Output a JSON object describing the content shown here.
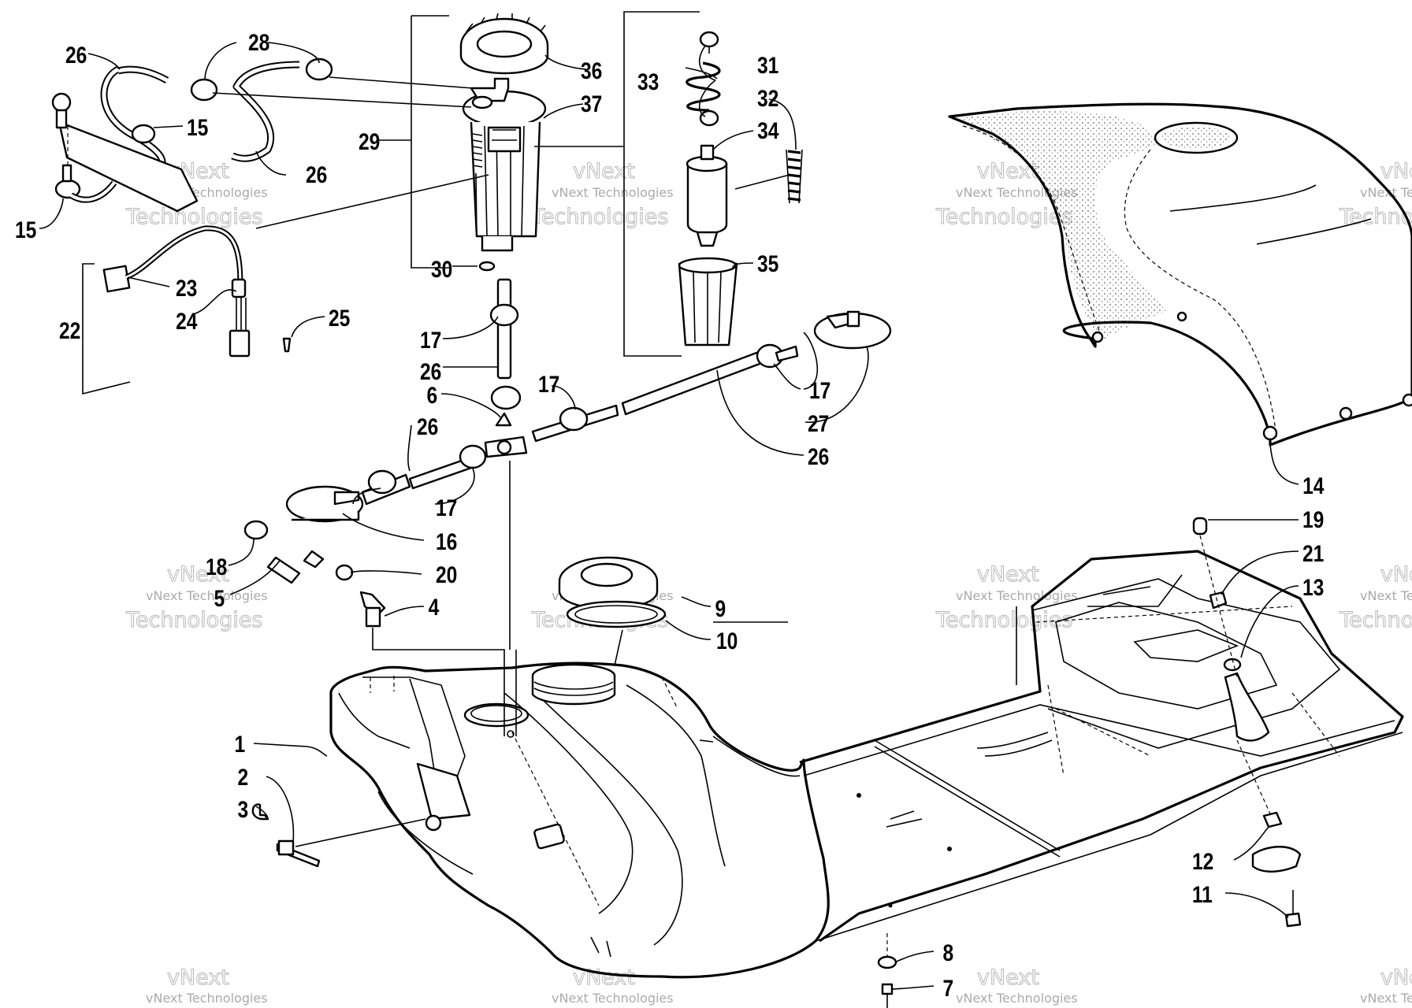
{
  "watermark": {
    "line1": "vNext Technologies",
    "line2": "Technologies",
    "vnext": "vNext"
  },
  "callouts": [
    "1",
    "2",
    "3",
    "4",
    "5",
    "6",
    "7",
    "8",
    "9",
    "10",
    "11",
    "12",
    "13",
    "14",
    "15",
    "16",
    "17",
    "18",
    "19",
    "20",
    "21",
    "22",
    "23",
    "24",
    "25",
    "26",
    "27",
    "28",
    "29",
    "30",
    "31",
    "32",
    "33",
    "34",
    "35",
    "36",
    "37"
  ],
  "colors": {
    "ink": "#000000",
    "paper": "#ffffff",
    "watermark": "#aaaaaa"
  }
}
